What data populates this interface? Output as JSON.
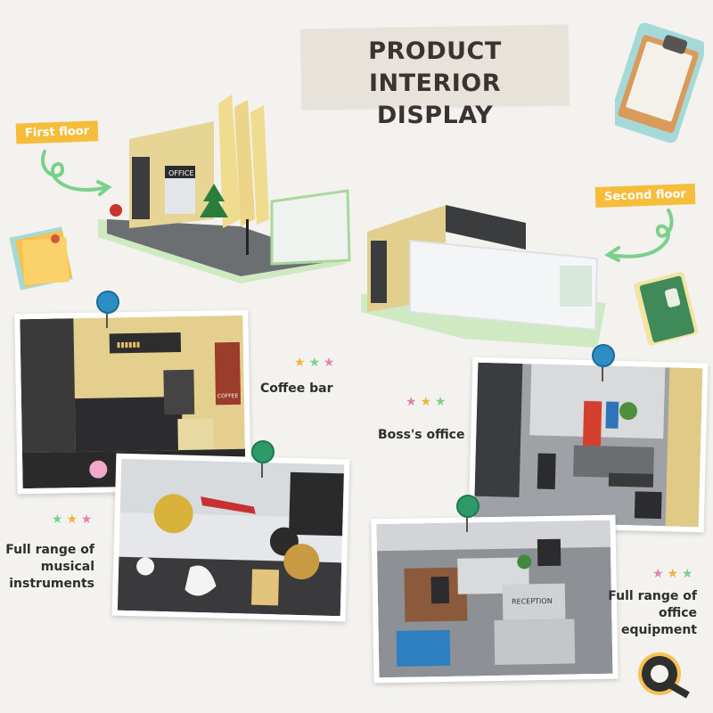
{
  "title": {
    "line1": "PRODUCT INTERIOR",
    "line2": "DISPLAY"
  },
  "floors": {
    "first": "First floor",
    "second": "Second floor"
  },
  "sign": "OFFICE",
  "menu_sign": "COFFEE",
  "reception_sign": "RECEPTION",
  "callouts": {
    "coffee_bar": "Coffee bar",
    "boss_office": "Boss's office",
    "instruments": [
      "Full range of",
      "musical",
      "instruments"
    ],
    "office_equipment": [
      "Full range of",
      "office",
      "equipment"
    ]
  },
  "colors": {
    "accent_yellow": "#f6bd3b",
    "pin_blue": "#2b8fc6",
    "pin_green": "#2e9a6a"
  }
}
